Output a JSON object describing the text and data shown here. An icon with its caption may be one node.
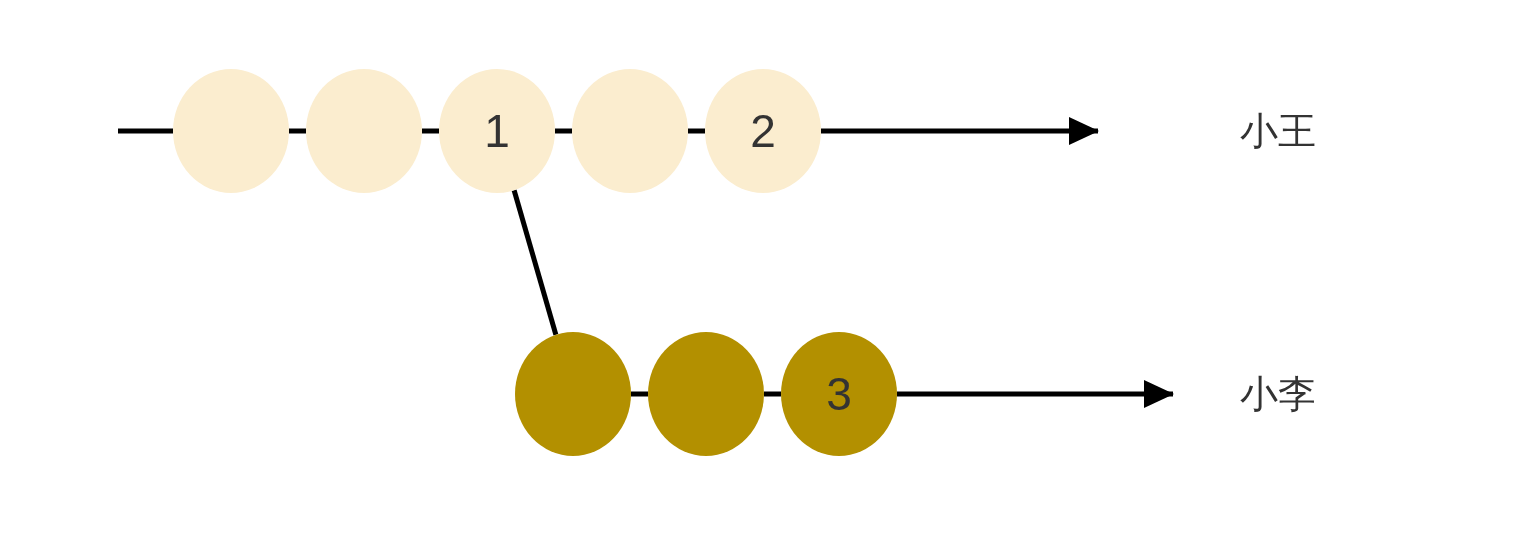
{
  "diagram": {
    "nodes": [
      {
        "text": [],
        "shape": "circle"
      },
      {
        "text": [],
        "shape": "circle"
      },
      {
        "text": [
          "1"
        ]
      },
      {
        "text": [],
        "shape": "circle"
      },
      {
        "text": [
          "2"
        ]
      },
      {
        "text": [],
        "shape": "circle"
      },
      {
        "text": [],
        "shape": "circle"
      },
      {
        "text": [
          "3"
        ]
      }
    ],
    "edges": [
      {
        "from": null,
        "to": 0,
        "arrow": "none"
      },
      {
        "from": 0,
        "to": 1,
        "arrow": "none"
      },
      {
        "from": 1,
        "to": 2,
        "arrow": "none"
      },
      {
        "from": 2,
        "to": 3,
        "arrow": "none"
      },
      {
        "from": 3,
        "to": 4,
        "arrow": "none"
      },
      {
        "from": 4,
        "to": null,
        "arrow": "to"
      },
      {
        "from": 2,
        "to": 5,
        "arrow": "none"
      },
      {
        "from": 5,
        "to": 6,
        "arrow": "none"
      },
      {
        "from": 6,
        "to": 7,
        "arrow": "none"
      },
      {
        "from": 7,
        "to": null,
        "arrow": "to"
      }
    ],
    "labels": [
      "小王",
      "小李"
    ]
  }
}
